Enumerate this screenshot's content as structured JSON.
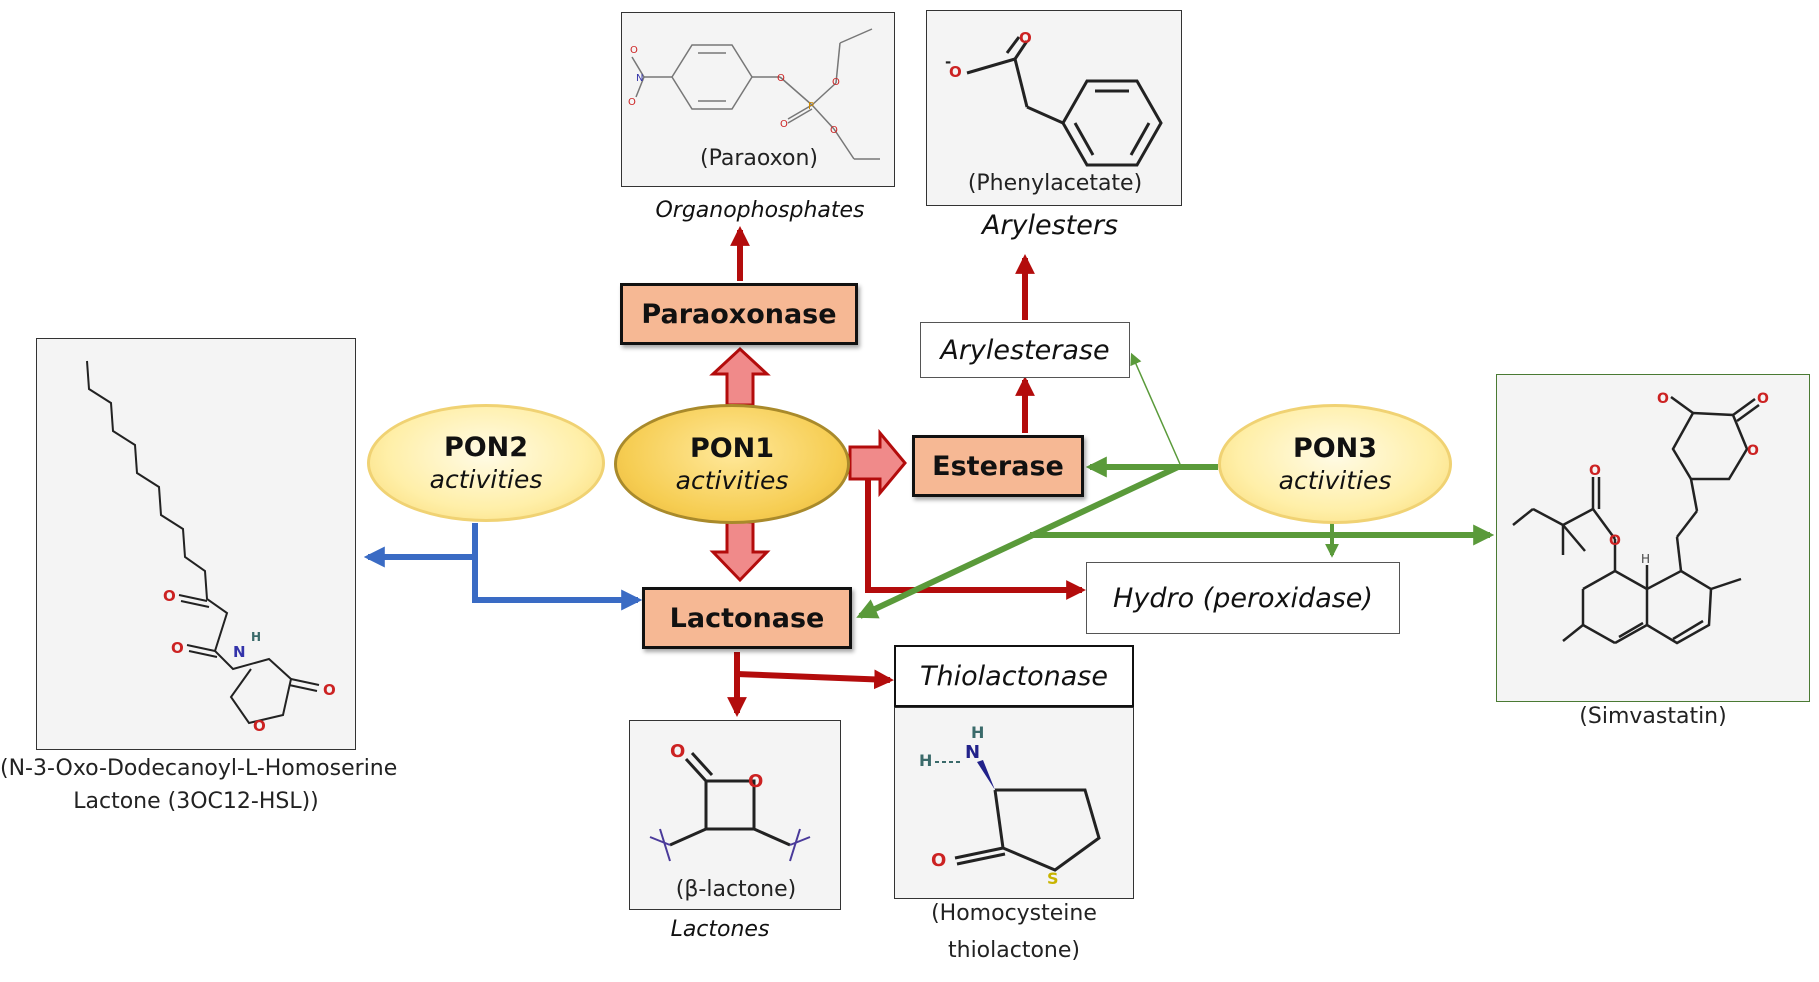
{
  "pon": {
    "pon1": {
      "name": "PON1",
      "activities": "activities"
    },
    "pon2": {
      "name": "PON2",
      "activities": "activities"
    },
    "pon3": {
      "name": "PON3",
      "activities": "activities"
    }
  },
  "enzymes": {
    "paraoxonase": "Paraoxonase",
    "esterase": "Esterase",
    "lactonase": "Lactonase"
  },
  "activities": {
    "arylesterase": "Arylesterase",
    "hydro_peroxidase": "Hydro (peroxidase)",
    "thiolactonase": "Thiolactonase"
  },
  "substrates": {
    "paraoxon": "(Paraoxon)",
    "organophosphates": "Organophosphates",
    "phenylacetate": "(Phenylacetate)",
    "arylesters": "Arylesters",
    "hsl_line1": "(N-3-Oxo-Dodecanoyl-L-Homoserine",
    "hsl_line2": "Lactone (3OC12-HSL))",
    "beta_lactone": "(β-lactone)",
    "lactones": "Lactones",
    "homocysteine_line1": "(Homocysteine",
    "homocysteine_line2": "thiolactone)",
    "simvastatin": "(Simvastatin)"
  },
  "atoms": {
    "o": "O",
    "n": "N",
    "h": "H",
    "s": "S",
    "p": "P",
    "o_minus": "-"
  },
  "colors": {
    "pon1_arrow": "#b30c0c",
    "pon1_fill": "#f08a8a",
    "pon2_arrow": "#3a6bc4",
    "pon3_arrow": "#5a9a3a",
    "enzyme_fill": "#f6b894"
  }
}
